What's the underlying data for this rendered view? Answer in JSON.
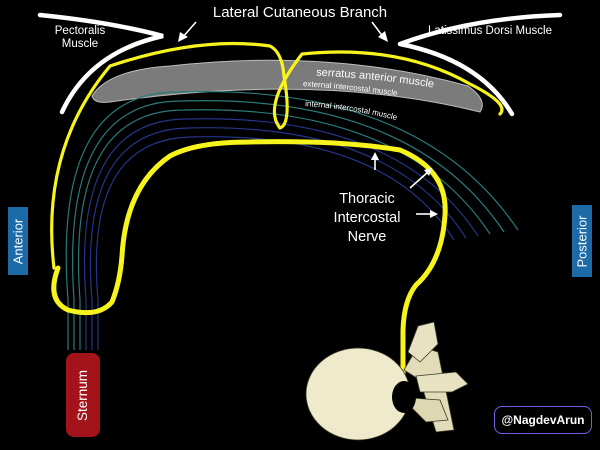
{
  "labels": {
    "title": "Lateral Cutaneous Branch",
    "pectoralis": "Pectoralis Muscle",
    "latissimus": "Latissimus Dorsi Muscle",
    "serratus": "serratus anterior muscle",
    "external": "external intercostal muscle",
    "internal": "internal intercostal muscle",
    "nerve_line1": "Thoracic",
    "nerve_line2": "Intercostal",
    "nerve_line3": "Nerve",
    "anterior": "Anterior",
    "posterior": "Posterior",
    "sternum": "Sternum",
    "handle": "@NagdevArun"
  },
  "colors": {
    "nerve": "#f7f31c",
    "serratus_fill": "#8c8c8c",
    "intercostal_lines": "#2a7a7a",
    "inner_lines": "#25358a",
    "tab_blue": "#1c6aa8",
    "sternum_red": "#a4121a",
    "vertebra": "#eeeacb"
  }
}
